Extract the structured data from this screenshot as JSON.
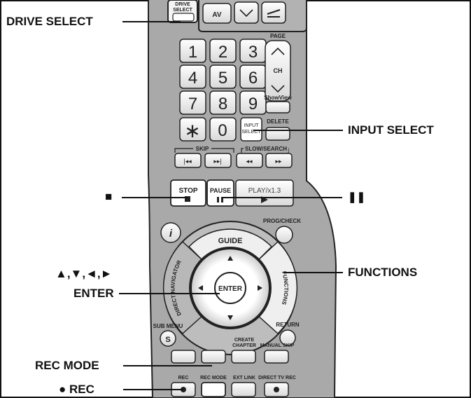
{
  "callouts": {
    "drive_select": "DRIVE SELECT",
    "input_select": "INPUT SELECT",
    "stop": "■",
    "pause": "❚❚",
    "functions": "FUNCTIONS",
    "arrows": "▲,▼,◄,►",
    "enter": "ENTER",
    "rec_mode": "REC MODE",
    "rec": "● REC"
  },
  "remote": {
    "drive_select": "DRIVE\nSELECT",
    "av": "AV",
    "page": "PAGE",
    "ch": "CH",
    "digits": [
      "1",
      "2",
      "3",
      "4",
      "5",
      "6",
      "7",
      "8",
      "9"
    ],
    "star": "∗",
    "zero": "0",
    "showview": "ShowView",
    "input_select_key": "INPUT\nSELECT",
    "delete": "DELETE",
    "skip": "SKIP",
    "slow_search": "SLOW/SEARCH",
    "stop": "STOP",
    "pause": "PAUSE",
    "play": "PLAY/x1.3",
    "prog_check": "PROG/CHECK",
    "info": "i",
    "guide": "GUIDE",
    "direct_navigator": "DIRECT NAVIGATOR",
    "functions": "FUNCTIONS",
    "enter": "ENTER",
    "sub_menu": "SUB MENU",
    "s": "S",
    "return": "RETURN",
    "create_chapter": "CREATE\nCHAPTER",
    "manual_skip": "MANUAL SKIP",
    "rec": "REC",
    "rec_mode": "REC MODE",
    "ext_link": "EXT LINK",
    "direct_tv_rec": "DIRECT TV REC"
  },
  "colors": {
    "body": "#a7a7a7",
    "key": "#f2f2f2",
    "outline": "#1a1a1a"
  }
}
